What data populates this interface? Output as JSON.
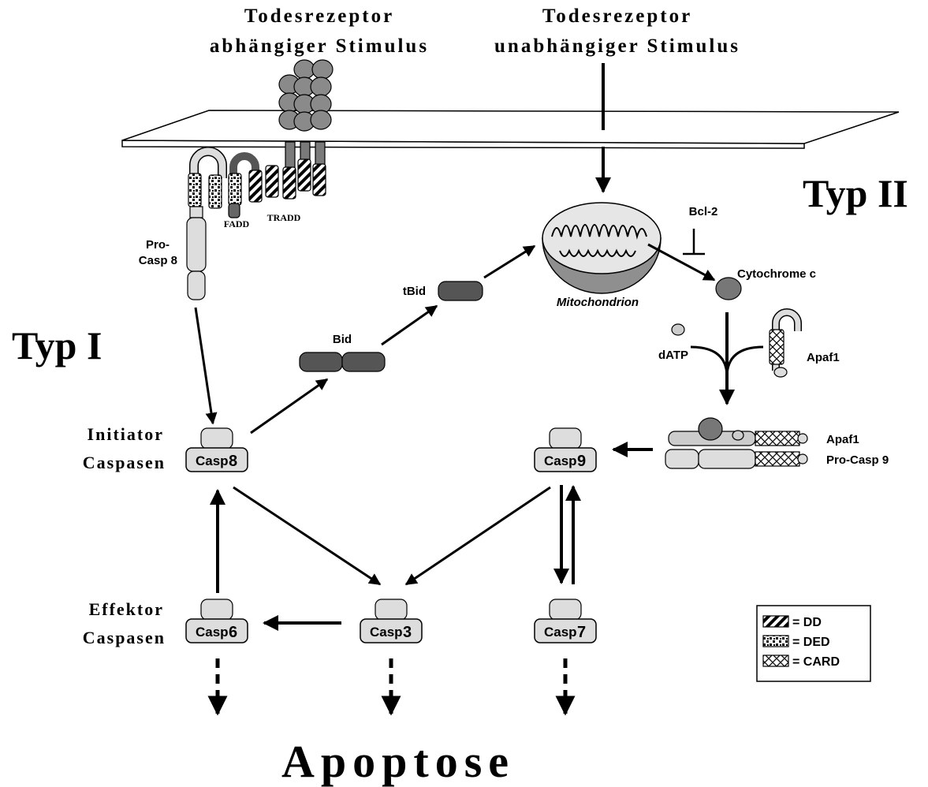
{
  "headers": {
    "dr_dependent_line1": "Todesrezeptor",
    "dr_dependent_line2": "abhängiger Stimulus",
    "dr_independent_line1": "Todesrezeptor",
    "dr_independent_line2": "unabhängiger Stimulus"
  },
  "pathways": {
    "type1": "Typ I",
    "type2": "Typ II"
  },
  "molecules": {
    "fadd": "FADD",
    "tradd": "TRADD",
    "procasp8_line1": "Pro-",
    "procasp8_line2": "Casp 8",
    "bid": "Bid",
    "tbid": "tBid",
    "bcl2": "Bcl-2",
    "cytochrome": "Cytochrome c",
    "mitochondrion": "Mitochondrion",
    "datp": "dATP",
    "apaf1": "Apaf1",
    "complex_apaf1": "Apaf1",
    "complex_procasp9": "Pro-Casp 9"
  },
  "row_labels": {
    "initiator_line1": "Initiator",
    "initiator_line2": "Caspasen",
    "effector_line1": "Effektor",
    "effector_line2": "Caspasen"
  },
  "caspases": {
    "casp8": "Casp",
    "casp8_num": "8",
    "casp9": "Casp",
    "casp9_num": "9",
    "casp6": "Casp",
    "casp6_num": "6",
    "casp3": "Casp",
    "casp3_num": "3",
    "casp7": "Casp",
    "casp7_num": "7"
  },
  "legend": {
    "dd": "= DD",
    "ded": "= DED",
    "card": "= CARD"
  },
  "outcome": "Apoptose"
}
